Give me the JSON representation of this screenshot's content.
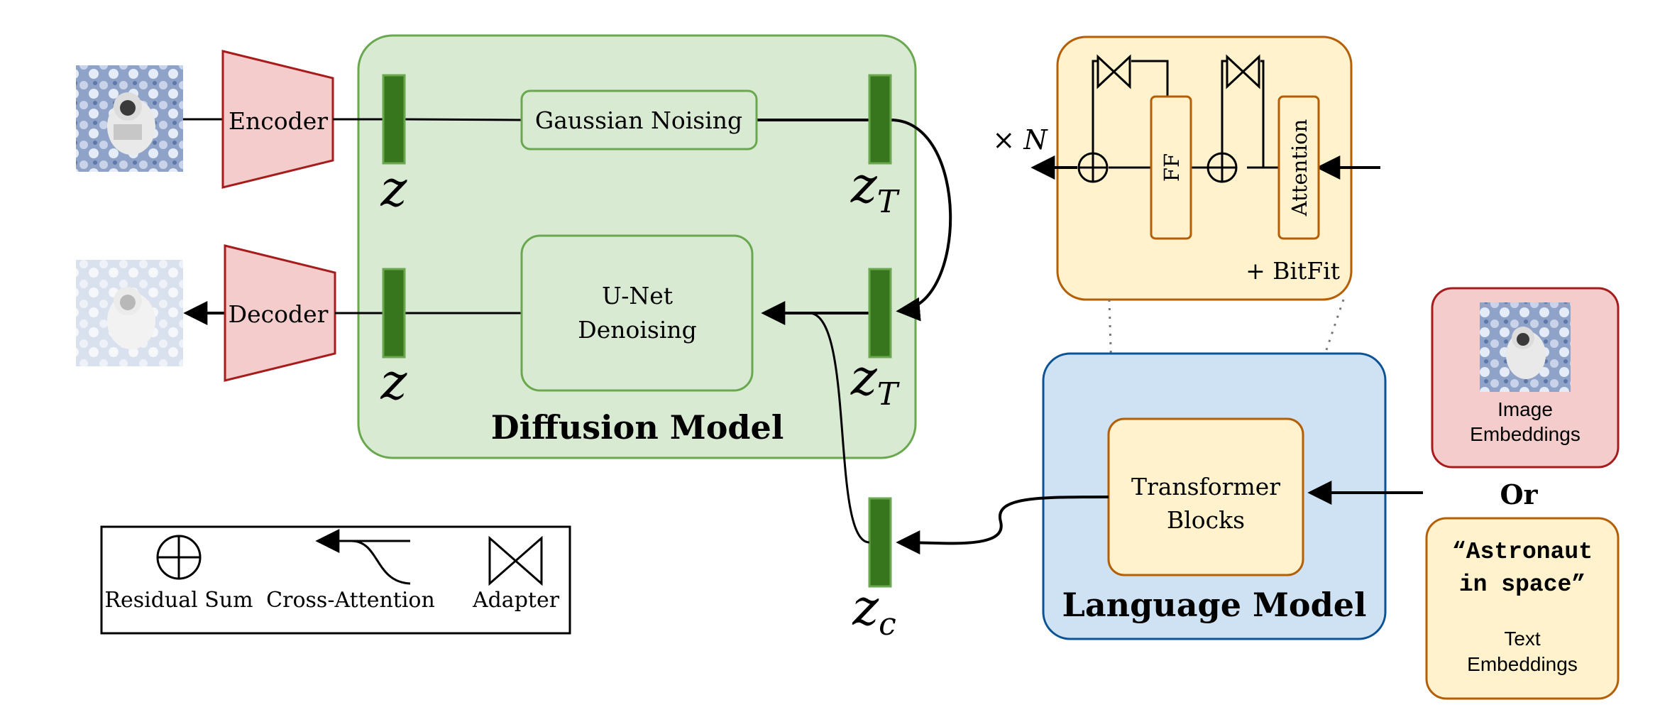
{
  "encoder_label": "Encoder",
  "decoder_label": "Decoder",
  "diffusion": {
    "title": "Diffusion Model",
    "gaussian_label": "Gaussian Noising",
    "unet_line1": "U-Net",
    "unet_line2": "Denoising"
  },
  "latents": {
    "z_top": "z",
    "z_bottom": "z",
    "zt_top": "z",
    "zt_bottom": "z",
    "zt_sub": "T",
    "zc": "z",
    "zc_sub": "c"
  },
  "transformer_detail": {
    "repeat_label": "× N",
    "ff_label": "FF",
    "attention_label": "Attention",
    "bitfit_label": "+ BitFit"
  },
  "language": {
    "title": "Language Model",
    "blocks_line1": "Transformer",
    "blocks_line2": "Blocks"
  },
  "inputs": {
    "image_label_1": "Image",
    "image_label_2": "Embeddings",
    "or_label": "Or",
    "text_quote_1": "“Astronaut",
    "text_quote_2": "in space”",
    "text_label_1": "Text",
    "text_label_2": "Embeddings"
  },
  "legend": {
    "residual": "Residual Sum",
    "cross_attention": "Cross-Attention",
    "adapter": "Adapter"
  },
  "colors": {
    "latent_green": "#38761d",
    "diffusion_fill": "#d9ead3",
    "diffusion_border": "#6aa84f",
    "encoder_fill": "#f4cccc",
    "encoder_border": "#a61c1c",
    "transformer_fill": "#fff2cc",
    "transformer_border": "#b45f06",
    "language_fill": "#cfe2f3",
    "language_border": "#0b5394"
  }
}
